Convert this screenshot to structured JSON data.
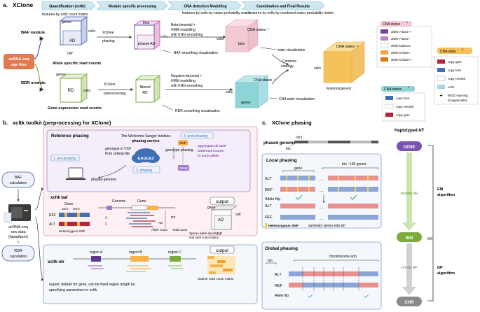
{
  "panel_a": {
    "letter": "a.",
    "title": "XClone",
    "steps": [
      "Quantification (xcltk)",
      "Module specific processing",
      "CNA detection Modelling",
      "Combination and Final Results"
    ],
    "step_subs": [
      "features-by-cells count matrix",
      "features-by-cells-by-states probability matrix",
      "features-by-cells-by-combined states probability matrix"
    ],
    "raw_input": [
      "scRNA-seq",
      "raw files"
    ],
    "baf_module": "BAF module",
    "rdr_module": "RDR module",
    "genes": "genes",
    "cells": "cells",
    "bins": "bins",
    "ad": "AD",
    "dp": "DP",
    "allele_reads": "Allele specific read counts",
    "xclone_phasing": [
      "XClone",
      "phasing"
    ],
    "phased_ad": [
      "phased AD"
    ],
    "baf_model": [
      "Beta-binomial +",
      "HMM modelling",
      "with KNN smoothing"
    ],
    "baf_smooth_vis": "BAF smoothing visualization",
    "cna_states_1": "CNA states",
    "state_vis": "state visualization",
    "combine_strategy": [
      "Combine",
      "strategy"
    ],
    "cna_states_3": "CNA states",
    "features_genes": "features(genes)",
    "rd": "RD",
    "gene_expr_reads": "Gene expression read counts",
    "xclone_preproc": [
      "XClone",
      "preprocessing"
    ],
    "filtered_rd": [
      "filtered",
      "RD"
    ],
    "rdr_model": [
      "Negative-binomial +",
      "HMM modelling",
      "with KNN smoothing"
    ],
    "rdr_smooth_vis": "RDR smoothing visualization",
    "cna_states_2": "CNA states",
    "cna_state_vis": "CNA state visualization",
    "legend1": {
      "title": "CNA states",
      "items": [
        "allele A bias++",
        "allele A bias+",
        "allele balance",
        "allele B bias+",
        "allele B bias++"
      ]
    },
    "legend2": {
      "title": "CNA states",
      "items": [
        "copy loss",
        "copy neutral",
        "copy gain"
      ]
    },
    "legend3": {
      "title": "CNA state",
      "items": [
        "copy gain",
        "copy loss",
        "copy neutral",
        "LOH",
        "WGD warning",
        "(if applicable)"
      ]
    },
    "colors": {
      "baf": "#4a5fa8",
      "rdr": "#7cab3c",
      "raw": "#e07a4f",
      "cna_orange": "#f5c15a",
      "cna_pink": "#f3c9d3",
      "cna_teal": "#8fd5d8",
      "gain": "#b3263b",
      "loss": "#3f6fb5",
      "loh": "#a9d6e5"
    }
  },
  "panel_b": {
    "letter": "b.",
    "title": "xcltk toolkit (preprocessing for XClone)",
    "baf_calc": [
      "BAF",
      "calculation"
    ],
    "rdr_calc": [
      "RDR",
      "calculation"
    ],
    "raw_data": [
      "scRNA-seq",
      "raw data",
      "(fastq/bam)"
    ],
    "ref_phasing": "Reference phasing",
    "sanger": "The Wellcome Sanger Institute",
    "phasing_service": "phasing service",
    "genotype_vcf": [
      "genotype in VCF",
      "from cellsnp-lite"
    ],
    "genotype_phasing": "genotype phasing",
    "eagle2": "EAGLE2",
    "phased_genome": "phased genome",
    "pre_phasing": "1. pre-phasing",
    "phasing": "2. phasing",
    "post_phasing": "3. post-phasing",
    "snp": "SNP",
    "xcltk_pileup": "xcltk pileup",
    "gene_node": "GENE",
    "aggregate": [
      "aggregate all SNP",
      "UMI/read counts",
      "in each allele"
    ],
    "xcltk_baf": "xcltk baf",
    "gene": "Gene",
    "genome": "Genome",
    "snp1": "SNP1",
    "snp2": "SNP2",
    "ref": "REF",
    "alt": "ALT",
    "het_snp": "Heterozygous SNP",
    "allele_count": "Allele count",
    "total_count": "Total count",
    "output": "output",
    "ad": "AD",
    "dp": "DP",
    "cell": "cell",
    "gene_lbl": "gene",
    "baf_out": [
      "Sparse allele-specific",
      "and total count matrix"
    ],
    "xcltk_rdr": "xcltk rdr",
    "regions": [
      "region A",
      "region B",
      "region C"
    ],
    "rdr_note": [
      "region: default for gene, can be fixed region length by",
      "specifying parameters in xcltk."
    ],
    "rdr_out": "Sparse read count matrix"
  },
  "panel_c": {
    "letter": "c.",
    "title": "XClone phasing",
    "haplotyped_af": "Haplotyped AF",
    "phased_genome": "phased genome",
    "chr1": "chr1",
    "bin": "bin",
    "local_phasing": "Local phasing",
    "gene": "gene",
    "bin_genes": "bin ~100 genes",
    "alt": "ALT",
    "ref": "REF",
    "allele_flip": "Allele flip",
    "het_snp": "Heterozygous SNP",
    "summary": "summary genes into bin",
    "global_phasing": "Global phasing",
    "chrom_arm": "chromosome arm",
    "nodes": [
      "GENE",
      "BIN",
      "CHR"
    ],
    "shared_af": "shared AF",
    "similar_af": "similar AF",
    "em": [
      "EM",
      "algorithm"
    ],
    "dp_alg": [
      "DP",
      "algorithm"
    ],
    "dots": "..."
  }
}
